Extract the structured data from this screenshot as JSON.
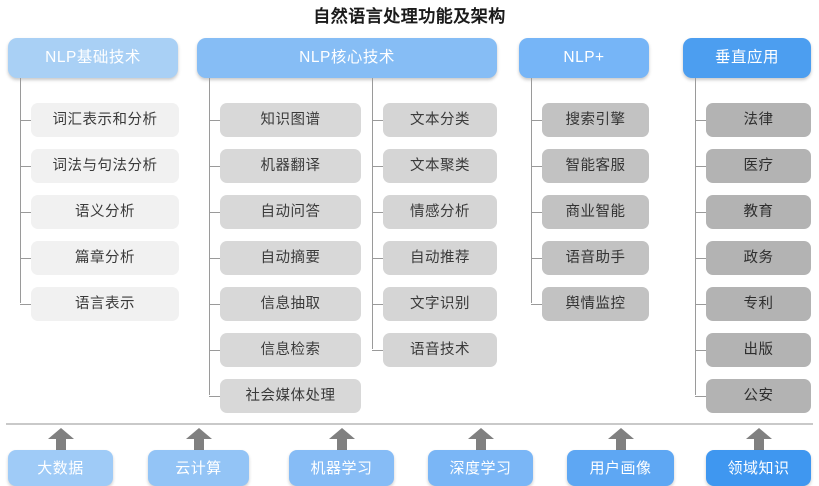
{
  "title": "自然语言处理功能及架构",
  "headers": [
    {
      "label": "NLP基础技术"
    },
    {
      "label": "NLP核心技术"
    },
    {
      "label": "NLP+"
    },
    {
      "label": "垂直应用"
    }
  ],
  "columns": [
    {
      "name": "nlp-basic",
      "items": [
        "词汇表示和分析",
        "词法与句法分析",
        "语义分析",
        "篇章分析",
        "语言表示"
      ]
    },
    {
      "name": "nlp-core-left",
      "items": [
        "知识图谱",
        "机器翻译",
        "自动问答",
        "自动摘要",
        "信息抽取",
        "信息检索",
        "社会媒体处理"
      ]
    },
    {
      "name": "nlp-core-right",
      "items": [
        "文本分类",
        "文本聚类",
        "情感分析",
        "自动推荐",
        "文字识别",
        "语音技术"
      ]
    },
    {
      "name": "nlp-plus",
      "items": [
        "搜索引擎",
        "智能客服",
        "商业智能",
        "语音助手",
        "舆情监控"
      ]
    },
    {
      "name": "vertical-application",
      "items": [
        "法律",
        "医疗",
        "教育",
        "政务",
        "专利",
        "出版",
        "公安"
      ]
    }
  ],
  "foundation": [
    {
      "label": "大数据"
    },
    {
      "label": "云计算"
    },
    {
      "label": "机器学习"
    },
    {
      "label": "深度学习"
    },
    {
      "label": "用户画像"
    },
    {
      "label": "领域知识"
    }
  ],
  "colors": {
    "header_1": "#a9d0f5",
    "header_2": "#86bdf5",
    "header_3": "#76b5f7",
    "header_4": "#4c9ef0",
    "leaf_light": "#f1f1f1",
    "leaf_mid": "#d8d8d8",
    "leaf_dark": "#c2c2c2",
    "leaf_darkest": "#b3b3b3",
    "connector": "#9a9a9a",
    "arrow": "#808080",
    "title_text": "#1a1a1a"
  }
}
